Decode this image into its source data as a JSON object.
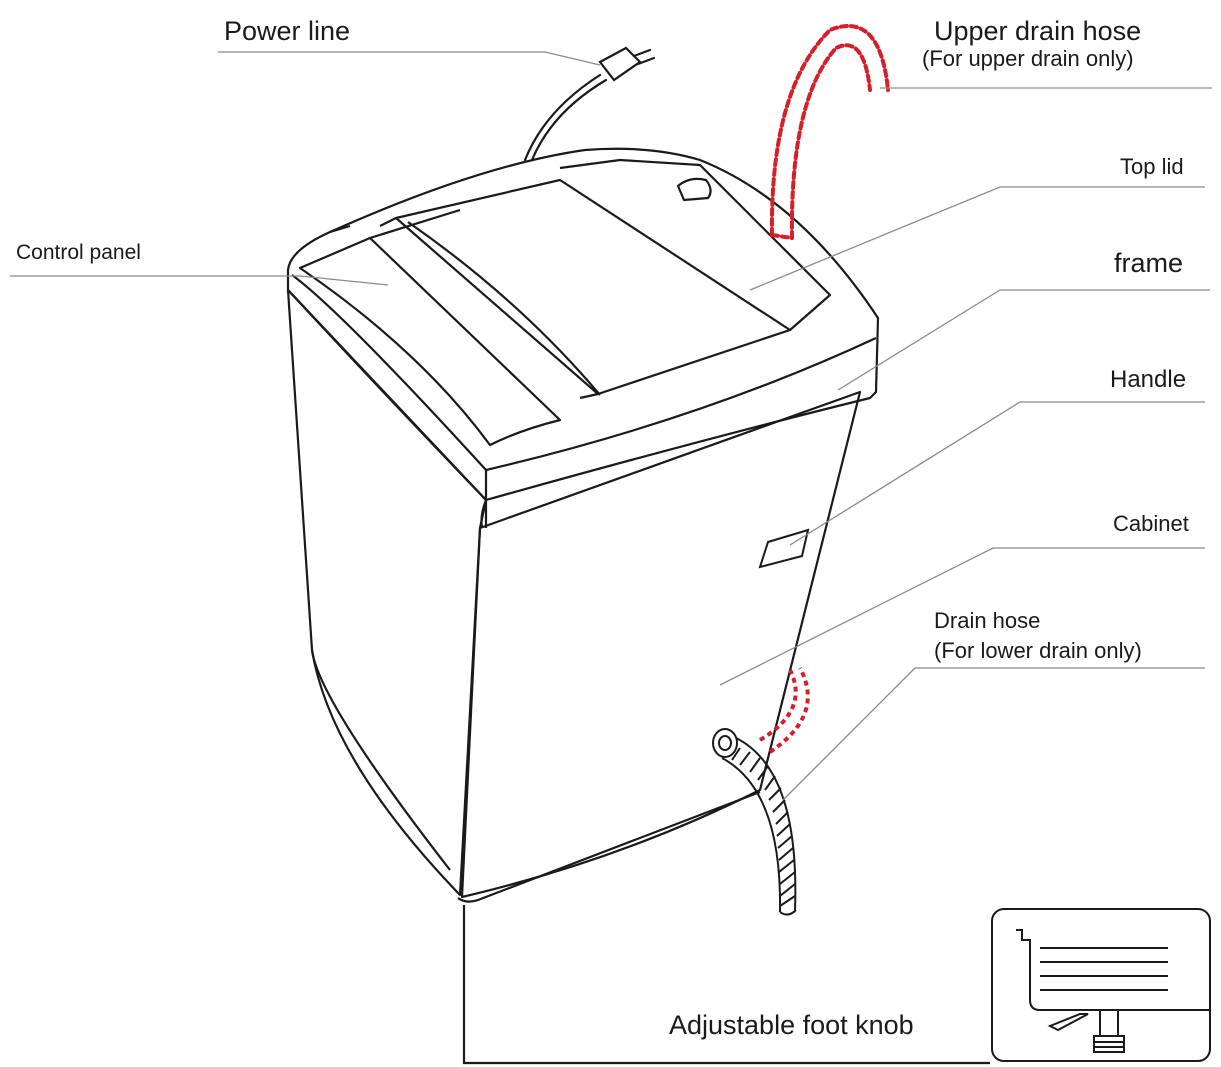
{
  "labels": {
    "power_line": "Power line",
    "upper_drain_hose": "Upper drain hose",
    "upper_drain_hose_note": "(For upper drain only)",
    "top_lid": "Top lid",
    "control_panel": "Control panel",
    "frame": "frame",
    "handle": "Handle",
    "cabinet": "Cabinet",
    "drain_hose": "Drain hose",
    "drain_hose_note": "(For lower drain only)",
    "adjustable_foot_knob": "Adjustable foot knob"
  },
  "colors": {
    "outline": "#1a1a1a",
    "leader_line": "#8a8a8a",
    "drain_hose_dashed": "#d4202a",
    "background": "#ffffff"
  }
}
